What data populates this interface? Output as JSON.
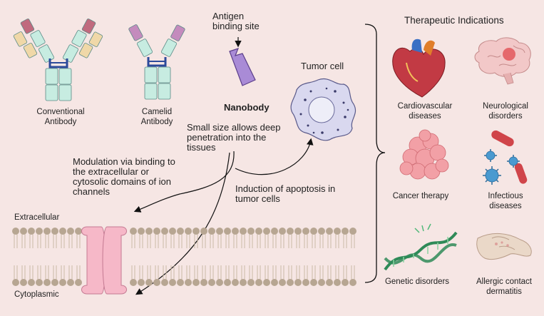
{
  "antibodies": {
    "conventional": [
      "Conventional",
      "Antibody"
    ],
    "camelid": [
      "Camelid",
      "Antibody"
    ],
    "nanobody": "Nanobody",
    "antigen_site": [
      "Antigen",
      "binding site"
    ]
  },
  "tumor_cell": "Tumor cell",
  "notes": {
    "penetration": [
      "Small size allows deep",
      "penetration into the",
      "tissues"
    ],
    "modulation": [
      "Modulation via binding to",
      "the extracellular or",
      "cytosolic domains of ion",
      "channels"
    ],
    "apoptosis": [
      "Induction of apoptosis in",
      "tumor cells"
    ]
  },
  "membrane": {
    "extracellular": "Extracellular",
    "cytoplasmic": "Cytoplasmic"
  },
  "therapeutic": {
    "title": "Therapeutic Indications",
    "items": [
      {
        "key": "cardio",
        "lines": [
          "Cardiovascular",
          "diseases"
        ]
      },
      {
        "key": "neuro",
        "lines": [
          "Neurological",
          "disorders"
        ]
      },
      {
        "key": "cancer",
        "lines": [
          "Cancer therapy"
        ]
      },
      {
        "key": "infectious",
        "lines": [
          "Infectious",
          "diseases"
        ]
      },
      {
        "key": "genetic",
        "lines": [
          "Genetic disorders"
        ]
      },
      {
        "key": "allergic",
        "lines": [
          "Allergic contact",
          "dermatitis"
        ]
      }
    ]
  },
  "colors": {
    "background": "#f6e6e4",
    "antibody_heavy": "#c7ece1",
    "antibody_light_red": "#c06a7e",
    "antibody_light_tan": "#f0d8a8",
    "camelid": "#c48bbd",
    "nanobody": "#a98bd6",
    "ion_channel": "#f6b8c8",
    "lipid_head": "#b7a692",
    "tumor": "#d9d8ef"
  }
}
